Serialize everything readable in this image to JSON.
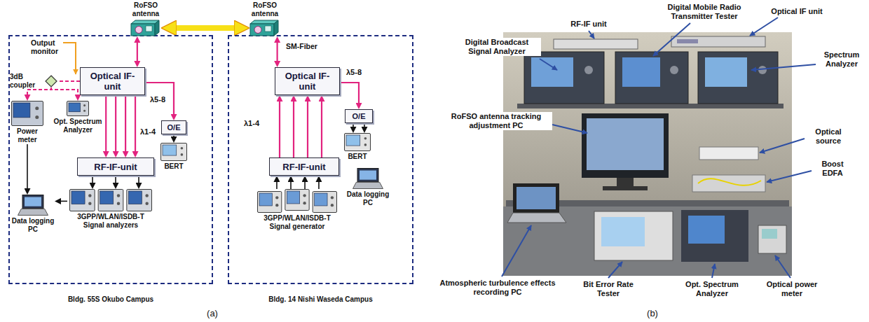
{
  "diagram": {
    "nodes": [
      {
        "text": [
          "Bldg. 55S Okubo Campus"
        ]
      },
      {
        "text": [
          "RoFSO antenna"
        ]
      },
      {
        "text": [
          "3dB coupler"
        ],
        "in": 0
      },
      {
        "text": [
          "Optical IF-unit"
        ],
        "in": 0
      },
      {
        "text": [
          "Power meter"
        ],
        "in": 0
      },
      {
        "text": [
          "Opt. Spectrum Analyzer"
        ],
        "in": 0
      },
      {
        "text": [
          "O/E"
        ],
        "in": 0
      },
      {
        "text": [
          "RF-IF-unit"
        ],
        "in": 0
      },
      {
        "text": [
          "BERT"
        ],
        "in": 0
      },
      {
        "text": [
          "Data logging PC"
        ],
        "in": 0
      },
      {
        "text": [
          "3GPP/WLAN/ISDB-T Signal analyzers"
        ],
        "in": 0
      },
      {
        "text": [
          "Bldg. 14 Nishi Waseda Campus"
        ]
      },
      {
        "text": [
          "RoFSO antenna"
        ]
      },
      {
        "text": [
          "Optical IF-unit"
        ],
        "in": 11
      },
      {
        "text": [
          "O/E"
        ],
        "in": 11
      },
      {
        "text": [
          "RF-IF-unit"
        ],
        "in": 11
      },
      {
        "text": [
          "BERT"
        ],
        "in": 11
      },
      {
        "text": [
          "Data logging PC"
        ],
        "in": 11
      },
      {
        "text": [
          "3GPP/WLAN/ISDB-T Signal generator"
        ],
        "in": 11
      }
    ],
    "edges": [
      {
        "from": 1,
        "to": 12,
        "arrow": "both"
      },
      {
        "from": 3,
        "to": 1,
        "arrow": "both"
      },
      {
        "from": 3,
        "to": 2,
        "arrow": "none"
      },
      {
        "from": 2,
        "to": 4,
        "arrow": "to"
      },
      {
        "from": 2,
        "to": 5,
        "arrow": "to"
      },
      {
        "from": 3,
        "to": 7,
        "arrow": "to"
      },
      {
        "from": 3,
        "to": 7,
        "arrow": "to"
      },
      {
        "from": 3,
        "to": 7,
        "arrow": "to"
      },
      {
        "from": 3,
        "to": 7,
        "arrow": "to"
      },
      {
        "from": 3,
        "to": 6,
        "arrow": "to"
      },
      {
        "from": 6,
        "to": 8,
        "arrow": "to"
      },
      {
        "from": 7,
        "to": 10,
        "arrow": "to"
      },
      {
        "from": 7,
        "to": 10,
        "arrow": "to"
      },
      {
        "from": 7,
        "to": 10,
        "arrow": "to"
      },
      {
        "from": 4,
        "to": 9,
        "arrow": "to"
      },
      {
        "from": 10,
        "to": 9,
        "arrow": "to"
      },
      {
        "from": 12,
        "to": 13,
        "arrow": "both"
      },
      {
        "from": 15,
        "to": 13,
        "arrow": "to"
      },
      {
        "from": 15,
        "to": 13,
        "arrow": "to"
      },
      {
        "from": 15,
        "to": 13,
        "arrow": "to"
      },
      {
        "from": 15,
        "to": 13,
        "arrow": "to"
      },
      {
        "from": 18,
        "to": 15,
        "arrow": "to"
      },
      {
        "from": 18,
        "to": 15,
        "arrow": "to"
      },
      {
        "from": 18,
        "to": 15,
        "arrow": "to"
      },
      {
        "from": 18,
        "to": 15,
        "arrow": "to"
      },
      {
        "from": 13,
        "to": 14,
        "arrow": "to"
      },
      {
        "from": 14,
        "to": 16,
        "arrow": "to"
      },
      {
        "from": 14,
        "to": 16,
        "arrow": "to"
      }
    ],
    "labels": [
      "Output monitor",
      "λ5-8",
      "λ1-4",
      "SM-Fiber",
      "λ1-4",
      "λ5-8",
      "(a)",
      "RF-IF unit",
      "Digital Mobile Radio Transmitter Tester",
      "Optical IF unit",
      "Digital Broadcast Signal Analyzer",
      "Spectrum Analyzer",
      "RoFSO antenna tracking adjustment PC",
      "Optical source",
      "Boost EDFA",
      "Atmospheric turbulence effects recording PC",
      "Bit Error Rate Tester",
      "Opt. Spectrum Analyzer",
      "Optical power meter",
      "(b)"
    ]
  }
}
